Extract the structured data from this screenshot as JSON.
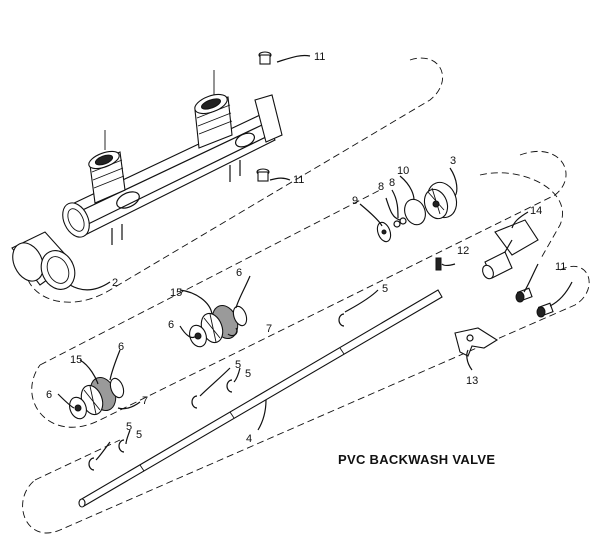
{
  "diagram": {
    "title": "PVC BACKWASH VALVE",
    "callouts": {
      "c11a": "11",
      "c11b": "11",
      "c11c": "11",
      "c2": "2",
      "c3": "3",
      "c10": "10",
      "c8a": "8",
      "c8b": "8",
      "c9": "9",
      "c14": "14",
      "c12": "12",
      "c5a": "5",
      "c5b": "5",
      "c5c": "5",
      "c5d": "5",
      "c5e": "5",
      "c6a": "6",
      "c6b": "6",
      "c6c": "6",
      "c6d": "6",
      "c15a": "15",
      "c15b": "15",
      "c7a": "7",
      "c7b": "7",
      "c13": "13",
      "c4": "4"
    }
  }
}
